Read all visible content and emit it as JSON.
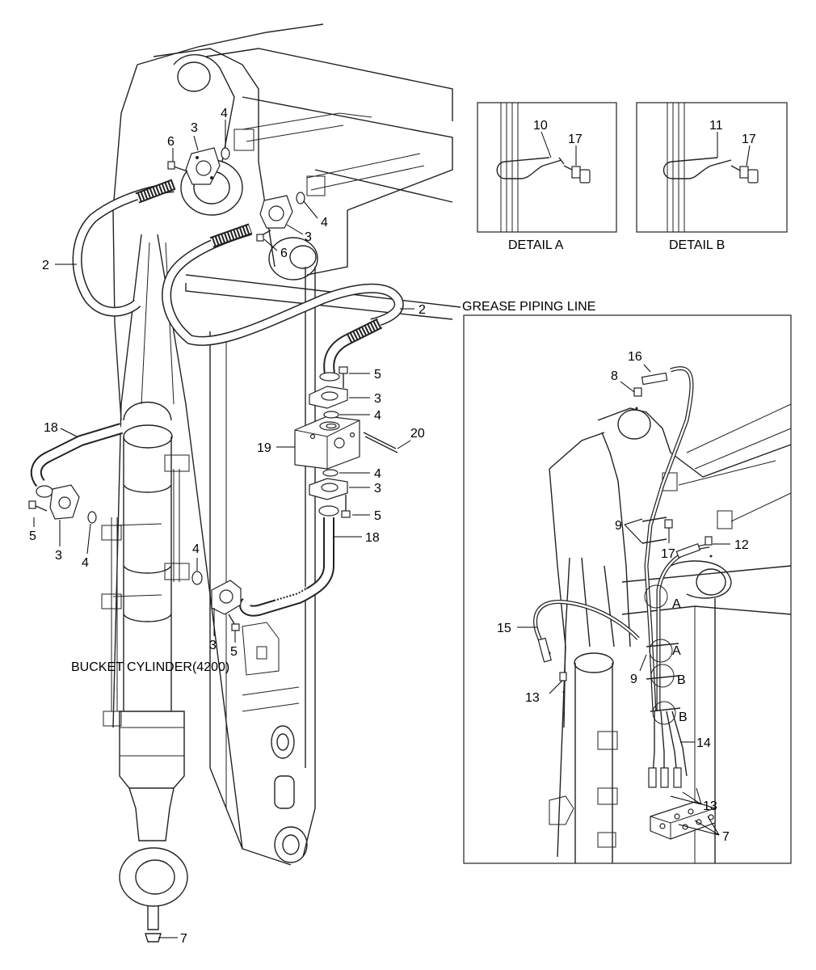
{
  "labels": {
    "detail_a": "DETAIL A",
    "detail_b": "DETAIL B",
    "grease": "GREASE PIPING LINE",
    "bucket_cyl": "BUCKET CYLINDER(4200)"
  },
  "callouts": [
    {
      "id": "c1",
      "text": "6"
    },
    {
      "id": "c2",
      "text": "3"
    },
    {
      "id": "c3",
      "text": "4"
    },
    {
      "id": "c4",
      "text": "4"
    },
    {
      "id": "c5",
      "text": "3"
    },
    {
      "id": "c6",
      "text": "6"
    },
    {
      "id": "c7",
      "text": "2"
    },
    {
      "id": "c8",
      "text": "2"
    },
    {
      "id": "c9",
      "text": "5"
    },
    {
      "id": "c10",
      "text": "3"
    },
    {
      "id": "c11",
      "text": "4"
    },
    {
      "id": "c12",
      "text": "20"
    },
    {
      "id": "c13",
      "text": "19"
    },
    {
      "id": "c14",
      "text": "4"
    },
    {
      "id": "c15",
      "text": "3"
    },
    {
      "id": "c16",
      "text": "5"
    },
    {
      "id": "c17",
      "text": "18"
    },
    {
      "id": "c18",
      "text": "18"
    },
    {
      "id": "c19",
      "text": "5"
    },
    {
      "id": "c20",
      "text": "3"
    },
    {
      "id": "c21",
      "text": "4"
    },
    {
      "id": "c22",
      "text": "4"
    },
    {
      "id": "c23",
      "text": "3"
    },
    {
      "id": "c24",
      "text": "5"
    },
    {
      "id": "c25",
      "text": "7"
    },
    {
      "id": "d1",
      "text": "10"
    },
    {
      "id": "d2",
      "text": "17"
    },
    {
      "id": "d3",
      "text": "11"
    },
    {
      "id": "d4",
      "text": "17"
    },
    {
      "id": "g1",
      "text": "16"
    },
    {
      "id": "g2",
      "text": "8"
    },
    {
      "id": "g3",
      "text": "9"
    },
    {
      "id": "g4",
      "text": "17"
    },
    {
      "id": "g5",
      "text": "12"
    },
    {
      "id": "g6",
      "text": "A"
    },
    {
      "id": "g7",
      "text": "15"
    },
    {
      "id": "g8",
      "text": "A"
    },
    {
      "id": "g9",
      "text": "9"
    },
    {
      "id": "g10",
      "text": "B"
    },
    {
      "id": "g11",
      "text": "13"
    },
    {
      "id": "g12",
      "text": "B"
    },
    {
      "id": "g13",
      "text": "14"
    },
    {
      "id": "g14",
      "text": "13"
    },
    {
      "id": "g15",
      "text": "7"
    }
  ]
}
